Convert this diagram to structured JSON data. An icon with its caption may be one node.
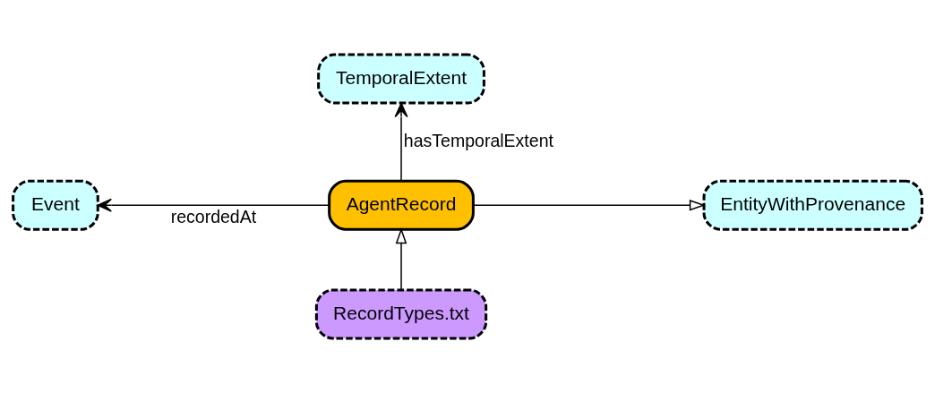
{
  "diagram": {
    "nodes": [
      {
        "text": [
          "TemporalExtent"
        ]
      },
      {
        "text": [
          "Event"
        ]
      },
      {
        "text": [
          "AgentRecord"
        ]
      },
      {
        "text": [
          "EntityWithProvenance"
        ]
      },
      {
        "text": [
          "RecordTypes.txt"
        ]
      }
    ],
    "edges": [
      {
        "from": 2,
        "to": 0,
        "arrow": "to",
        "label": "hasTemporalExtent"
      },
      {
        "from": 2,
        "to": 1,
        "arrow": "to",
        "label": "recordedAt"
      },
      {
        "from": 2,
        "to": 3,
        "arrow": "to"
      },
      {
        "from": 4,
        "to": 2,
        "arrow": "to"
      }
    ]
  }
}
